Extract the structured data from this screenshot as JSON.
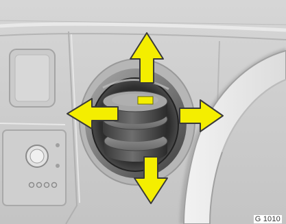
{
  "illustration": {
    "subject": "air-vent-adjustment",
    "arrow_directions": [
      "up",
      "down",
      "left",
      "right"
    ],
    "arrow_color": "#f4ee00",
    "ref_code": "G 1010"
  }
}
